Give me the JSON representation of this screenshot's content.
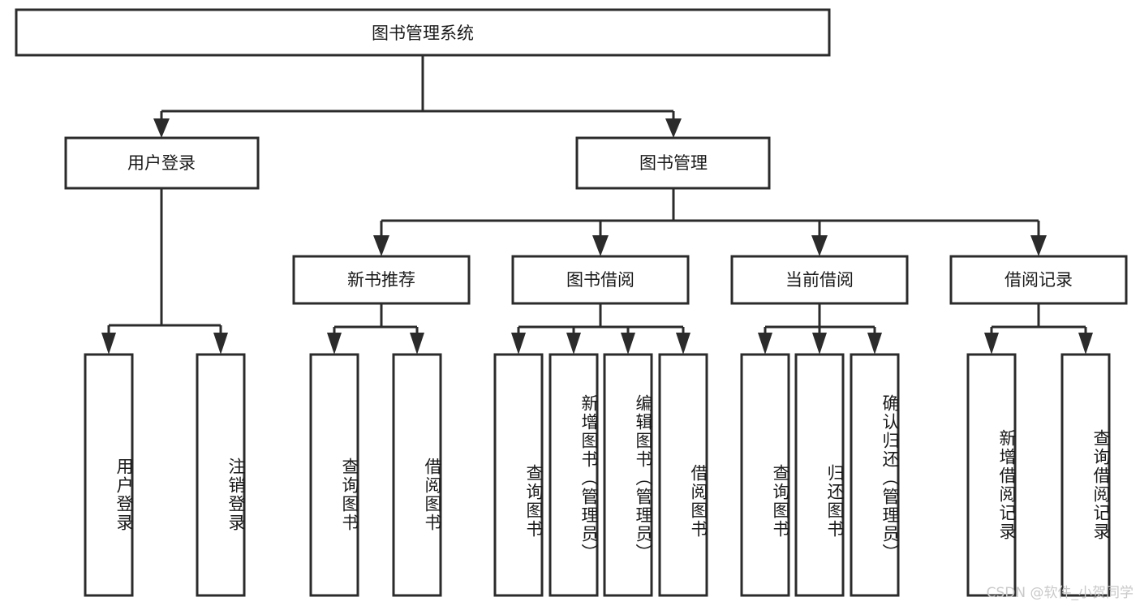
{
  "diagram": {
    "type": "tree-hierarchy",
    "title": "图书管理系统",
    "watermark": "CSDN @软件_小贺同学",
    "colors": {
      "box_stroke": "#2b2b2b",
      "box_fill": "#ffffff",
      "text": "#1a1a1a",
      "background": "#ffffff",
      "watermark": "#c9c9c9"
    },
    "levels": {
      "root": {
        "label": "图书管理系统"
      },
      "level2": [
        {
          "label": "用户登录"
        },
        {
          "label": "图书管理"
        }
      ],
      "level3": [
        {
          "label": "新书推荐"
        },
        {
          "label": "图书借阅"
        },
        {
          "label": "当前借阅"
        },
        {
          "label": "借阅记录"
        }
      ],
      "leaves": {
        "user_login": [
          {
            "label": "用户登录"
          },
          {
            "label": "注销登录"
          }
        ],
        "new_book_recommend": [
          {
            "label": "查询图书"
          },
          {
            "label": "借阅图书"
          }
        ],
        "book_borrow": [
          {
            "label": "查询图书"
          },
          {
            "label": "新增图书（管理员）"
          },
          {
            "label": "编辑图书（管理员）"
          },
          {
            "label": "借阅图书"
          }
        ],
        "current_borrow": [
          {
            "label": "查询图书"
          },
          {
            "label": "归还图书"
          },
          {
            "label": "确认归还（管理员）"
          }
        ],
        "borrow_record": [
          {
            "label": "新增借阅记录"
          },
          {
            "label": "查询借阅记录"
          }
        ]
      }
    }
  }
}
